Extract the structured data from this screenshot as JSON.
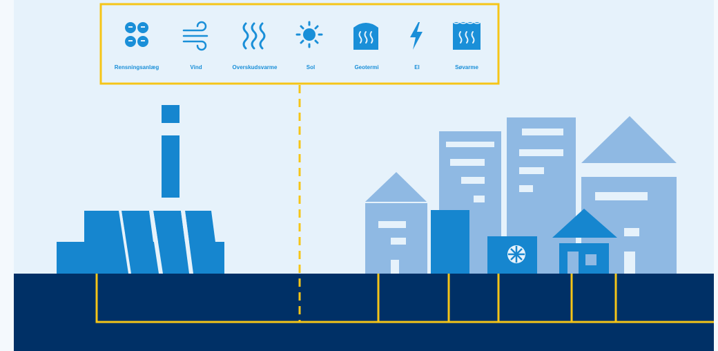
{
  "legend": {
    "sources": [
      {
        "label": "Rensningsanlæg",
        "icon": "wastewater-plant-icon"
      },
      {
        "label": "Vind",
        "icon": "wind-icon"
      },
      {
        "label": "Overskudsvarme",
        "icon": "excess-heat-icon"
      },
      {
        "label": "Sol",
        "icon": "sun-icon"
      },
      {
        "label": "Geotermi",
        "icon": "geothermal-icon"
      },
      {
        "label": "El",
        "icon": "lightning-icon"
      },
      {
        "label": "Søvarme",
        "icon": "lake-heat-icon"
      }
    ]
  },
  "colors": {
    "sky": "#e6f2fb",
    "ground": "#003066",
    "pipe": "#f5c518",
    "plant": "#1686cf",
    "buildings": "#8fb9e3",
    "accent": "#1a8fd8"
  }
}
